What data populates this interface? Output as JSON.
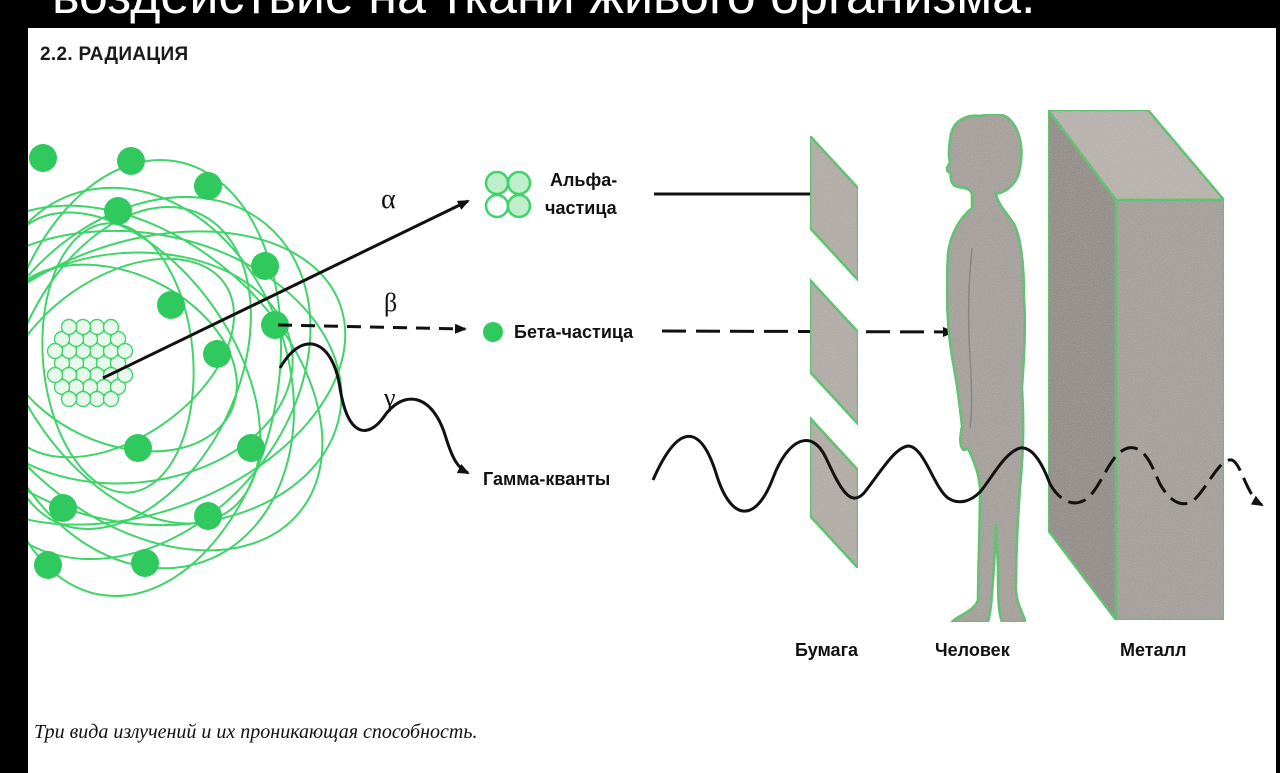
{
  "banner": {
    "text": "воздействие на ткани живого организма."
  },
  "section_title": "2.2. РАДИАЦИЯ",
  "labels": {
    "alpha_symbol": "α",
    "beta_symbol": "β",
    "gamma_symbol": "γ",
    "alpha_particle_line1": "Альфа-",
    "alpha_particle_line2": "частица",
    "beta_particle": "Бета-частица",
    "gamma_quanta": "Гамма-кванты",
    "paper": "Бумага",
    "human": "Человек",
    "metal": "Металл"
  },
  "caption": "Три вида излучений и их проникающая способность.",
  "colors": {
    "accent_green": "#3fd46a",
    "node_green": "#2fc95e",
    "slab_gray": "#a8a29d",
    "slab_edge": "#3fc35b",
    "ink": "#111111"
  }
}
